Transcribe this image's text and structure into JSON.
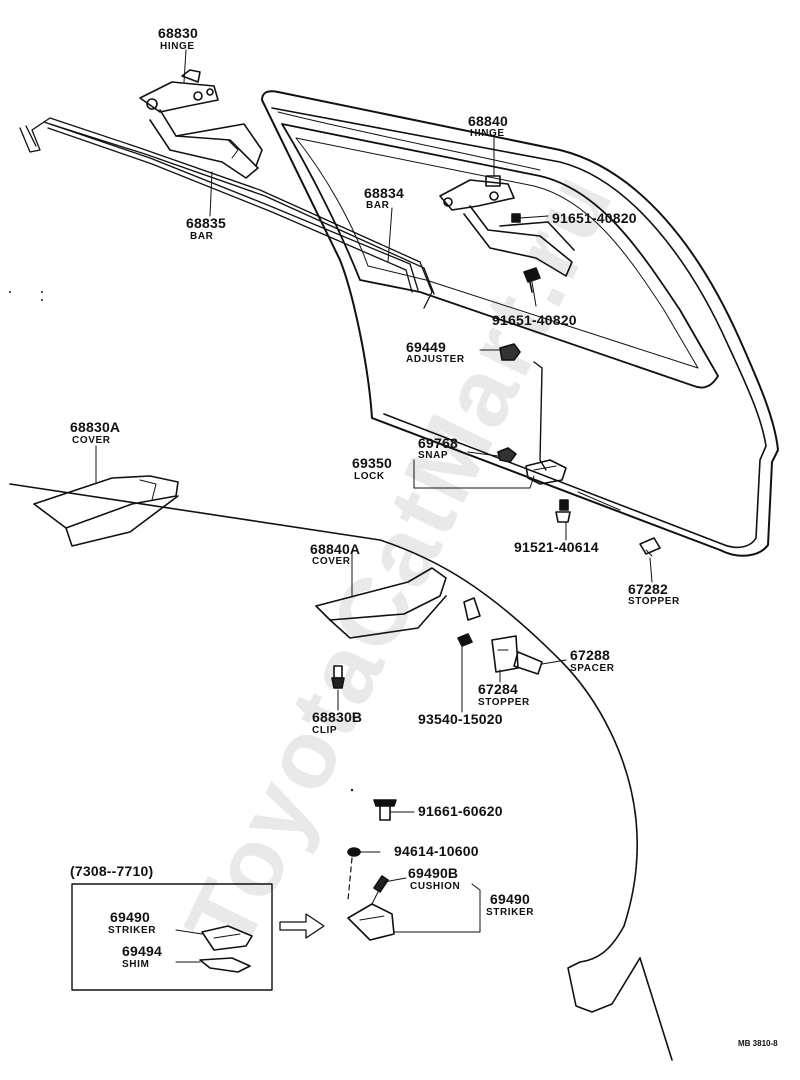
{
  "watermark": "ToyotaCatMart.ru",
  "diagram_ref": "MB 3810-8",
  "date_range": "(7308--7710)",
  "callouts": {
    "p68830": {
      "number": "68830",
      "name": "HINGE"
    },
    "p68840": {
      "number": "68840",
      "name": "HINGE"
    },
    "p68834": {
      "number": "68834",
      "name": "BAR"
    },
    "p68835": {
      "number": "68835",
      "name": "BAR"
    },
    "p91651a": {
      "number": "91651-40820"
    },
    "p91651b": {
      "number": "91651-40820"
    },
    "p69449": {
      "number": "69449",
      "name": "ADJUSTER"
    },
    "p68830A": {
      "number": "68830A",
      "name": "COVER"
    },
    "p69768": {
      "number": "69768",
      "name": "SNAP"
    },
    "p69350": {
      "number": "69350",
      "name": "LOCK"
    },
    "p91521": {
      "number": "91521-40614"
    },
    "p67282": {
      "number": "67282",
      "name": "STOPPER"
    },
    "p68840A": {
      "number": "68840A",
      "name": "COVER"
    },
    "p67288": {
      "number": "67288",
      "name": "SPACER"
    },
    "p67284": {
      "number": "67284",
      "name": "STOPPER"
    },
    "p68830B": {
      "number": "68830B",
      "name": "CLIP"
    },
    "p93540": {
      "number": "93540-15020"
    },
    "p91661": {
      "number": "91661-60620"
    },
    "p94614": {
      "number": "94614-10600"
    },
    "p69490B": {
      "number": "69490B",
      "name": "CUSHION"
    },
    "p69490": {
      "number": "69490",
      "name": "STRIKER"
    },
    "p69490inset": {
      "number": "69490",
      "name": "STRIKER"
    },
    "p69494": {
      "number": "69494",
      "name": "SHIM"
    }
  }
}
